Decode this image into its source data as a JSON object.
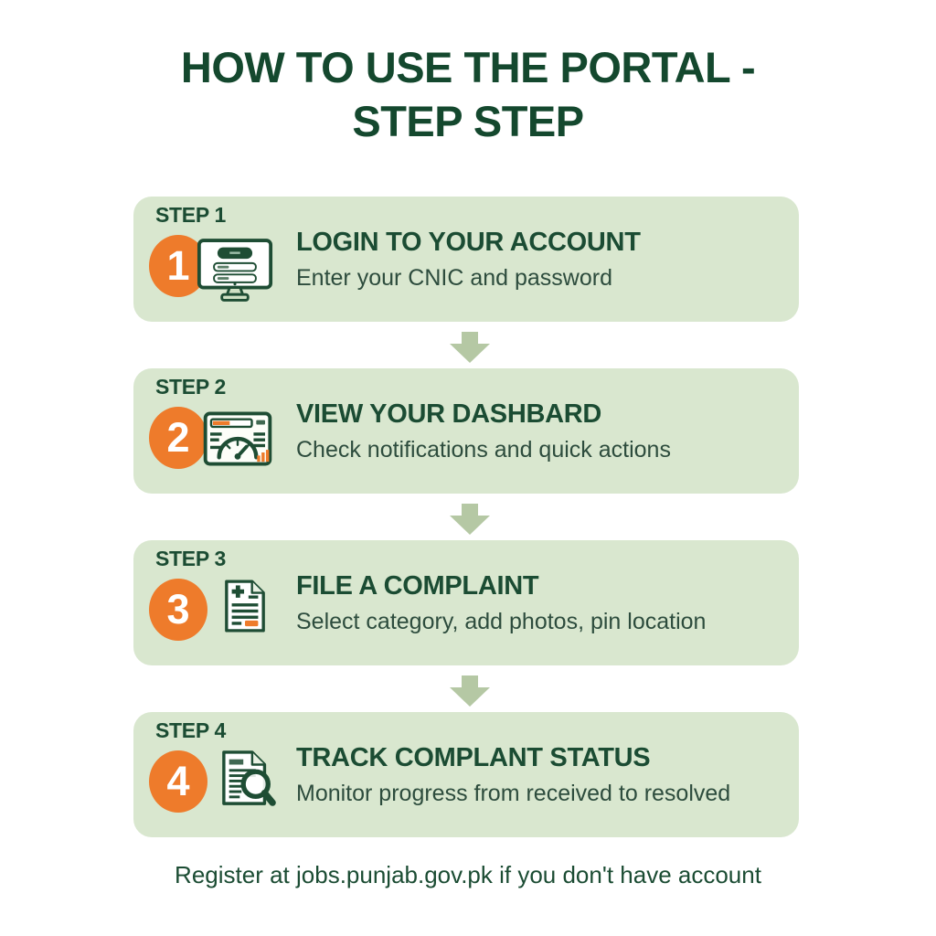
{
  "page": {
    "title_line1": "HOW TO USE THE PORTAL -",
    "title_line2": "STEP STEP",
    "footer": "Register at jobs.punjab.gov.pk if you don't have account"
  },
  "colors": {
    "heading_green": "#14482e",
    "panel_green": "#d9e7cf",
    "arrow_green": "#b5c8a4",
    "accent_orange": "#ee7b2b",
    "icon_stroke": "#1e4d34"
  },
  "steps": [
    {
      "label": "STEP 1",
      "number": "1",
      "icon": "login-monitor-icon",
      "title": "LOGIN TO YOUR ACCOUNT",
      "subtitle": "Enter your CNIC and password"
    },
    {
      "label": "STEP 2",
      "number": "2",
      "icon": "dashboard-gauge-icon",
      "title": "VIEW YOUR DASHBARD",
      "subtitle": "Check notifications and quick actions"
    },
    {
      "label": "STEP 3",
      "number": "3",
      "icon": "complaint-document-icon",
      "title": "FILE A COMPLAINT",
      "subtitle": "Select category, add photos, pin location"
    },
    {
      "label": "STEP 4",
      "number": "4",
      "icon": "track-status-icon",
      "title": "TRACK COMPLANT STATUS",
      "subtitle": "Monitor progress from received to resolved"
    }
  ]
}
